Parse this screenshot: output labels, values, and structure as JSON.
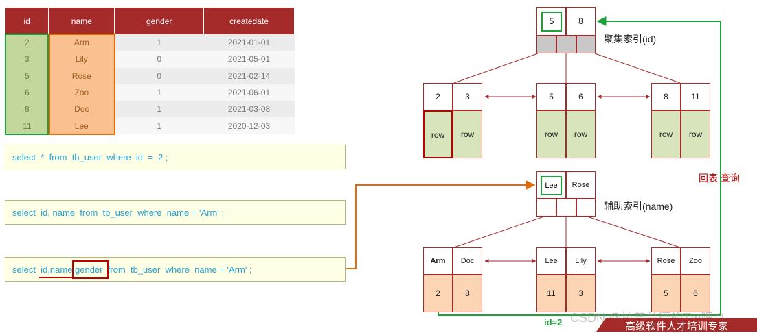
{
  "table": {
    "headers": [
      "id",
      "name",
      "gender",
      "createdate"
    ],
    "rows": [
      [
        "2",
        "Arm",
        "1",
        "2021-01-01"
      ],
      [
        "3",
        "Lily",
        "0",
        "2021-05-01"
      ],
      [
        "5",
        "Rose",
        "0",
        "2021-02-14"
      ],
      [
        "6",
        "Zoo",
        "1",
        "2021-06-01"
      ],
      [
        "8",
        "Doc",
        "1",
        "2021-03-08"
      ],
      [
        "11",
        "Lee",
        "1",
        "2020-12-03"
      ]
    ]
  },
  "sql": [
    "select  *  from  tb_user  where  id  =  2 ;",
    "select  id, name  from  tb_user  where  name = 'Arm' ;",
    "select  id,name,gender  from  tb_user  where  name = 'Arm' ;"
  ],
  "clustered": {
    "root_keys": [
      "5",
      "8"
    ],
    "root_label": "聚集索引(id)",
    "leaves": [
      {
        "keys": [
          "2",
          "3"
        ],
        "rows": [
          "row",
          "row"
        ]
      },
      {
        "keys": [
          "5",
          "6"
        ],
        "rows": [
          "row",
          "row"
        ]
      },
      {
        "keys": [
          "8",
          "11"
        ],
        "rows": [
          "row",
          "row"
        ]
      }
    ]
  },
  "secondary": {
    "root_keys": [
      "Lee",
      "Rose"
    ],
    "root_label": "辅助索引(name)",
    "leaves": [
      {
        "keys": [
          "Arm",
          "Doc"
        ],
        "ids": [
          "2",
          "8"
        ]
      },
      {
        "keys": [
          "Lee",
          "Lily"
        ],
        "ids": [
          "11",
          "3"
        ]
      },
      {
        "keys": [
          "Rose",
          "Zoo"
        ],
        "ids": [
          "5",
          "6"
        ]
      }
    ]
  },
  "lookup_label": "回表 查询",
  "id_label": "id=2",
  "watermark": "CSDN @拉普兰德的Tm吧 ?",
  "banner": "高级软件人才培训专家",
  "colors": {
    "header": "#a52a2a",
    "id_col": "#c3d69b",
    "name_col": "#fac090",
    "green": "#1ea03c",
    "orange": "#e36c09",
    "red": "#c00000"
  }
}
